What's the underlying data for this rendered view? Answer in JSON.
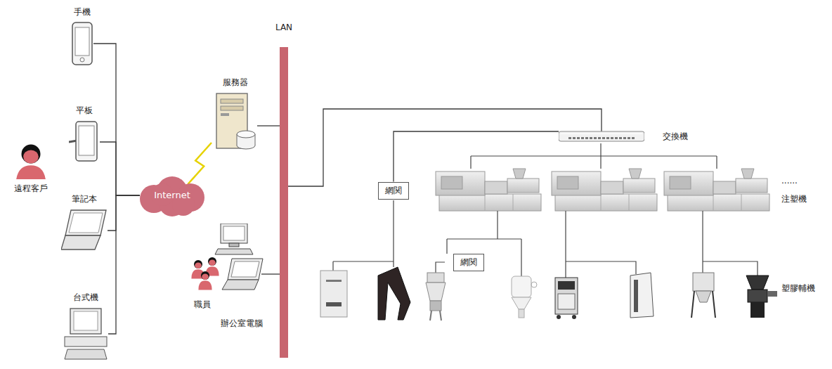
{
  "diagram": {
    "nodes": [
      {
        "text": [
          "手機"
        ]
      },
      {
        "text": [
          "平板"
        ]
      },
      {
        "text": [
          "筆記本"
        ]
      },
      {
        "text": [
          "台式機"
        ]
      },
      {
        "text": [
          "遠程客戶"
        ]
      },
      {
        "text": [
          "Internet"
        ]
      },
      {
        "text": [
          "服務器"
        ]
      },
      {
        "text": [
          "LAN"
        ]
      },
      {
        "text": [
          "職員",
          "辦公室電腦"
        ]
      },
      {
        "text": [
          "交換機"
        ]
      },
      {
        "text": [
          "網関"
        ]
      },
      {
        "text": [
          "網関"
        ]
      }
    ],
    "edges": [
      {
        "from": 0,
        "to": 5,
        "arrow": "none"
      },
      {
        "from": 1,
        "to": 5,
        "arrow": "none"
      },
      {
        "from": 2,
        "to": 5,
        "arrow": "none"
      },
      {
        "from": 3,
        "to": 5,
        "arrow": "none"
      },
      {
        "from": 5,
        "to": 6,
        "arrow": "none"
      },
      {
        "from": 6,
        "to": 7,
        "arrow": "none"
      },
      {
        "from": 8,
        "to": 7,
        "arrow": "none"
      },
      {
        "from": 7,
        "to": 9,
        "arrow": "none"
      },
      {
        "from": 9,
        "to": 10,
        "arrow": "none"
      }
    ],
    "labels": [
      "......",
      "注塑機",
      "塑膠輔機"
    ]
  }
}
